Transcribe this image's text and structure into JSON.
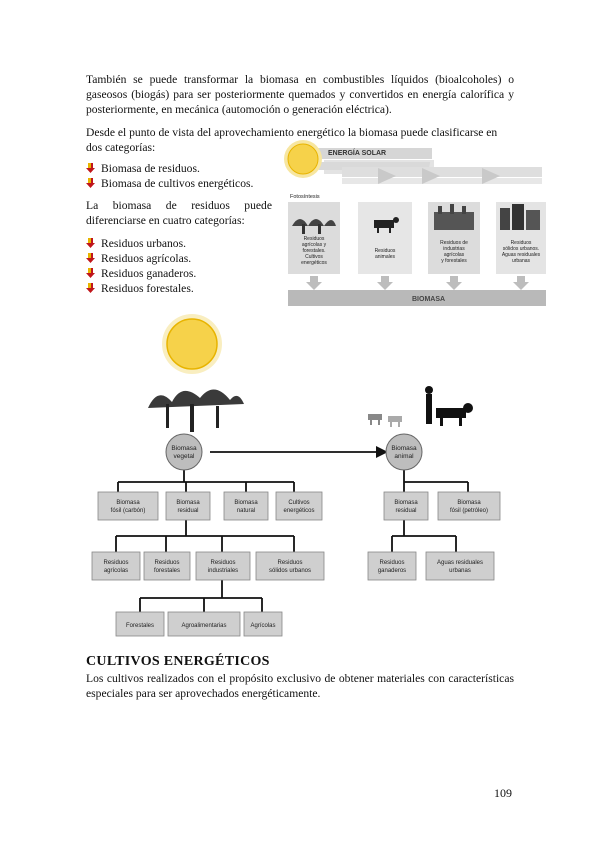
{
  "paragraph1": "También se puede transformar la biomasa en combustibles líquidos (bioalcoholes) o gaseosos (biogás) para ser posteriormente quemados y convertidos en energía calorífica y posteriormente, en mecánica (automoción o generación eléctrica).",
  "paragraph2a": "Desde el punto de vista del aprovechamiento energético la biomasa puede clasificarse en",
  "paragraph2b": "dos categorías:",
  "categories": [
    "Biomasa de residuos.",
    "Biomasa de cultivos energéticos."
  ],
  "paragraph3": "La biomasa de residuos puede diferenciarse en cuatro categorías:",
  "residue_types": [
    "Residuos urbanos.",
    "Residuos agrícolas.",
    "Residuos ganaderos.",
    "Residuos forestales."
  ],
  "figure1": {
    "header": "ENERGÍA SOLAR",
    "process": "Fotosíntesis",
    "labels": [
      [
        "Residuos",
        "agrícolas y",
        "forestales.",
        "Cultivos",
        "energéticos"
      ],
      [
        "Residuos",
        "animales"
      ],
      [
        "Residuos de",
        "industrias",
        "agrícolas",
        "y forestales"
      ],
      [
        "Residuos",
        "sólidos urbanos.",
        "Aguas residuales",
        "urbanas"
      ]
    ],
    "footer": "BIOMASA"
  },
  "figure2": {
    "vegetal": [
      "Biomasa",
      "vegetal"
    ],
    "animal": [
      "Biomasa",
      "animal"
    ],
    "level1_vegetal": [
      [
        "Biomasa",
        "fósil (carbón)"
      ],
      [
        "Biomasa",
        "residual"
      ],
      [
        "Biomasa",
        "natural"
      ],
      [
        "Cultivos",
        "energéticos"
      ]
    ],
    "level1_animal": [
      [
        "Biomasa",
        "residual"
      ],
      [
        "Biomasa",
        "fósil (petróleo)"
      ]
    ],
    "level2_vegetal": [
      [
        "Residuos",
        "agrícolas"
      ],
      [
        "Residuos",
        "forestales"
      ],
      [
        "Residuos",
        "industriales"
      ],
      [
        "Residuos",
        "sólidos urbanos"
      ]
    ],
    "level2_animal": [
      [
        "Residuos",
        "ganaderos"
      ],
      [
        "Aguas residuales",
        "urbanas"
      ]
    ],
    "level3": [
      "Forestales",
      "Agroalimentarias",
      "Agrícolas"
    ]
  },
  "section_title": "CULTIVOS ENERGÉTICOS",
  "section_text": "Los cultivos realizados con el propósito exclusivo de obtener materiales con características especiales para ser aprovechados energéticamente.",
  "page_number": "109",
  "colors": {
    "box_fill": "#cfcfcf",
    "bar": "#b9b9b9",
    "sun": "#f6d24a"
  }
}
